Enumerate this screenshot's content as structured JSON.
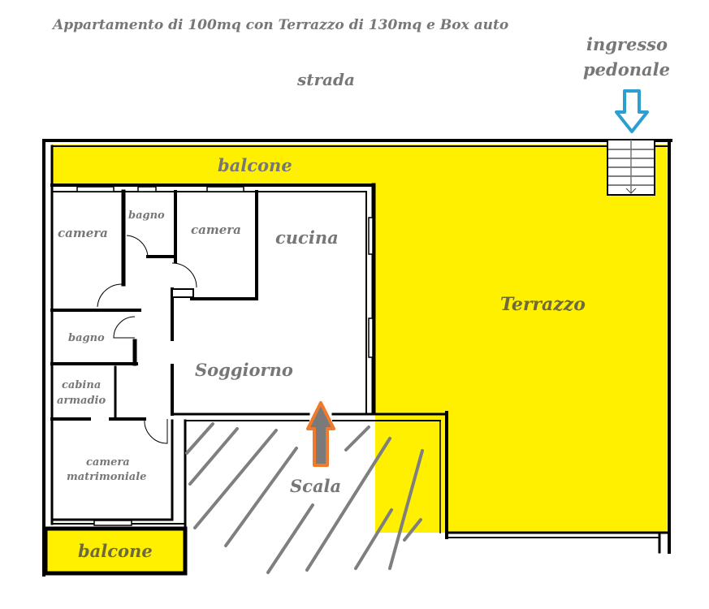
{
  "title": "Appartamento di 100mq con Terrazzo di 130mq e Box auto",
  "labels": {
    "street": "strada",
    "entrance_line1": "ingresso",
    "entrance_line2": "pedonale",
    "balcony_top": "balcone",
    "balcony_bottom": "balcone",
    "terrace": "Terrazzo",
    "room_camera_1": "camera",
    "room_bagno_1": "bagno",
    "room_camera_2": "camera",
    "room_cucina": "cucina",
    "room_bagno_2": "bagno",
    "room_cabina_1": "cabina",
    "room_cabina_2": "armadio",
    "room_soggiorno": "Soggiorno",
    "room_matrimoniale_1": "camera",
    "room_matrimoniale_2": "matrimoniale",
    "stairs": "Scala"
  },
  "colors": {
    "terrace_fill": "#fff000",
    "wall": "#000000",
    "label_text": "#777777",
    "entrance_arrow": "#2a9fd0",
    "stairs_arrow_outline": "#f07a2a",
    "stairs_arrow_fill": "#7a7a7a",
    "hatch": "#7f7f7f"
  }
}
